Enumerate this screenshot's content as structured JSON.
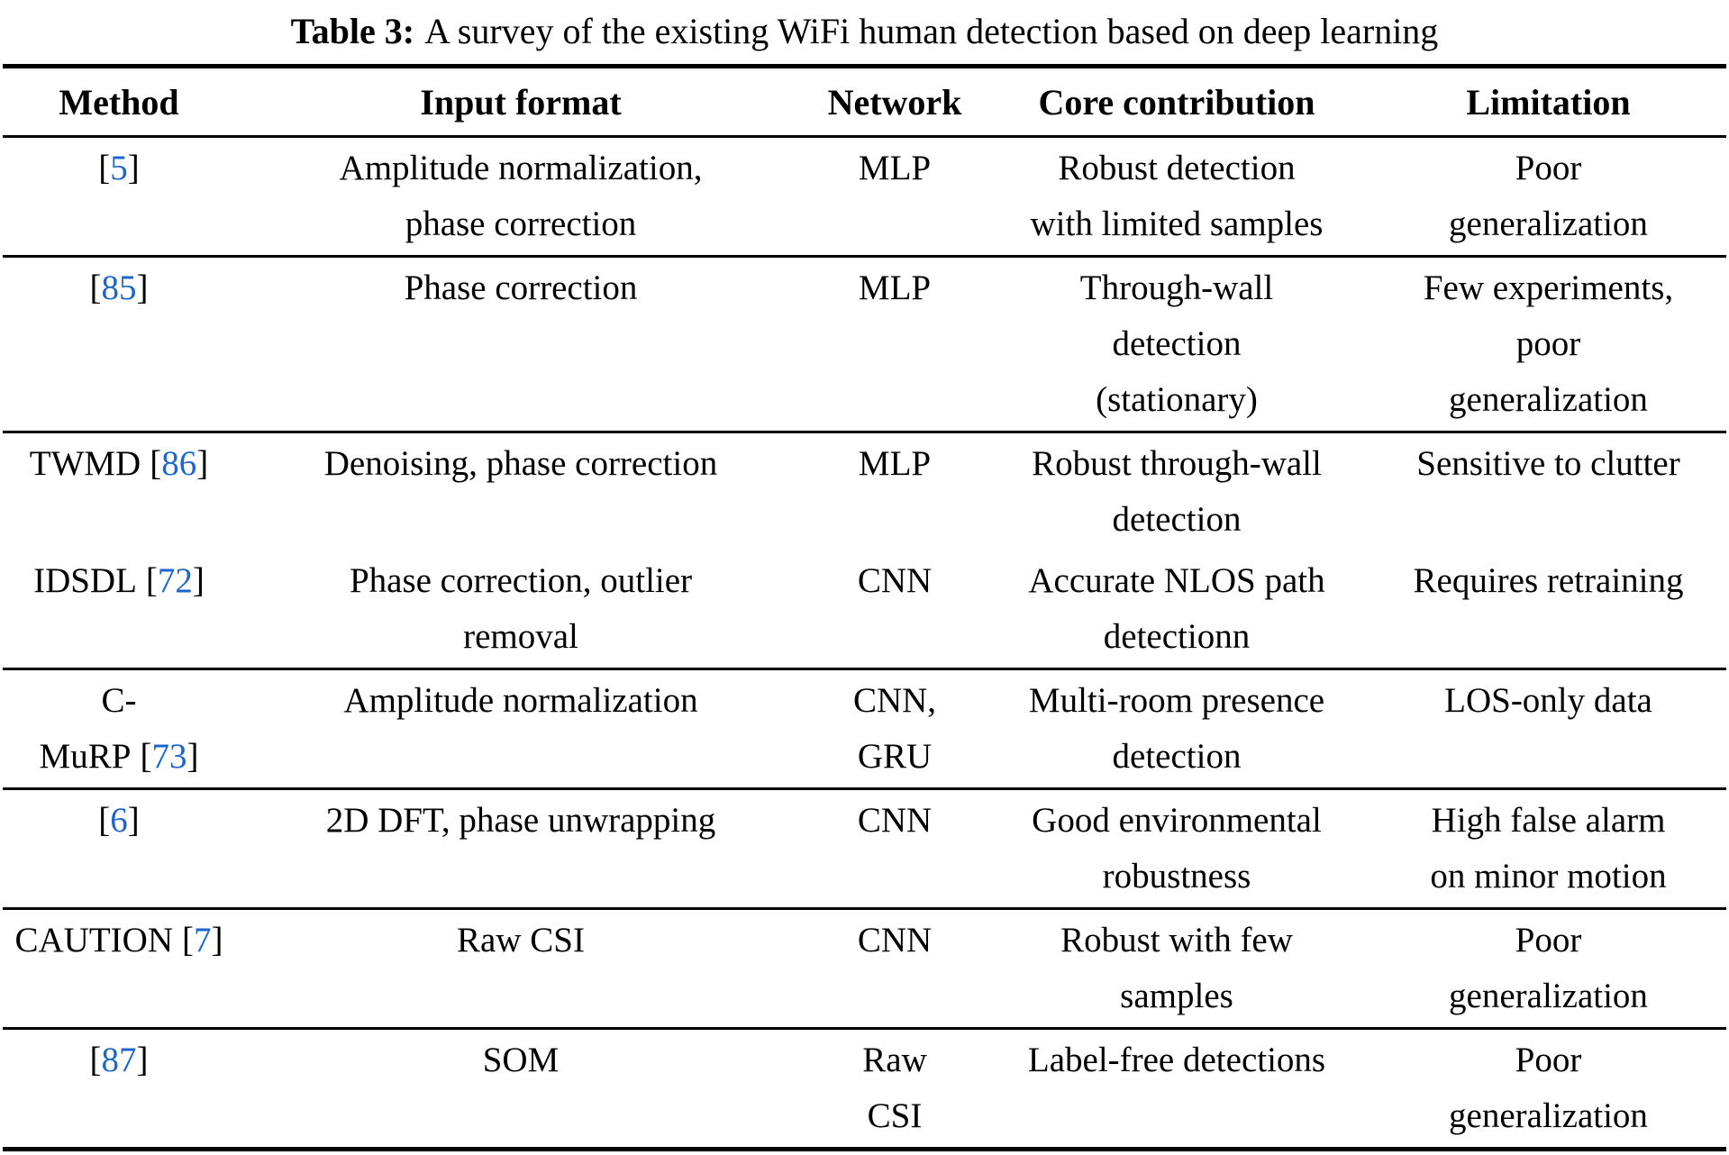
{
  "caption": {
    "label": "Table 3:",
    "text": "A survey of the existing WiFi human detection based on deep learning"
  },
  "ref_brackets": {
    "open": "[",
    "close": "]"
  },
  "colors": {
    "reference_blue": "#1c66cc",
    "text": "#000000",
    "background": "#ffffff"
  },
  "table": {
    "headers": [
      "Method",
      "Input format",
      "Network",
      "Core contribution",
      "Limitation"
    ],
    "groups": [
      [
        {
          "method": {
            "name": "",
            "ref": "5"
          },
          "input": "Amplitude normalization,\nphase correction",
          "network": "MLP",
          "contribution": "Robust detection\nwith limited samples",
          "limitation": "Poor\ngeneralization"
        }
      ],
      [
        {
          "method": {
            "name": "",
            "ref": "85"
          },
          "input": "Phase correction",
          "network": "MLP",
          "contribution": "Through-wall\ndetection\n(stationary)",
          "limitation": "Few experiments,\npoor\ngeneralization"
        }
      ],
      [
        {
          "method": {
            "name": "TWMD",
            "ref": "86"
          },
          "input": "Denoising, phase correction",
          "network": "MLP",
          "contribution": "Robust through-wall\ndetection",
          "limitation": "Sensitive to clutter"
        },
        {
          "method": {
            "name": "IDSDL",
            "ref": "72"
          },
          "input": "Phase correction, outlier\nremoval",
          "network": "CNN",
          "contribution": "Accurate NLOS path\ndetectionn",
          "limitation": "Requires retraining"
        }
      ],
      [
        {
          "method": {
            "name": "C-\nMuRP",
            "ref": "73"
          },
          "input": "Amplitude normalization",
          "network": "CNN,\nGRU",
          "contribution": "Multi-room presence\ndetection",
          "limitation": "LOS-only data"
        }
      ],
      [
        {
          "method": {
            "name": "",
            "ref": "6"
          },
          "input": "2D DFT, phase unwrapping",
          "network": "CNN",
          "contribution": "Good environmental\nrobustness",
          "limitation": "High false alarm\non minor motion"
        }
      ],
      [
        {
          "method": {
            "name": "CAUTION",
            "ref": "7"
          },
          "input": "Raw CSI",
          "network": "CNN",
          "contribution": "Robust with few\nsamples",
          "limitation": "Poor\ngeneralization"
        }
      ],
      [
        {
          "method": {
            "name": "",
            "ref": "87"
          },
          "input": "SOM",
          "network": "Raw\nCSI",
          "contribution": "Label-free detections",
          "limitation": "Poor\ngeneralization"
        }
      ]
    ]
  }
}
